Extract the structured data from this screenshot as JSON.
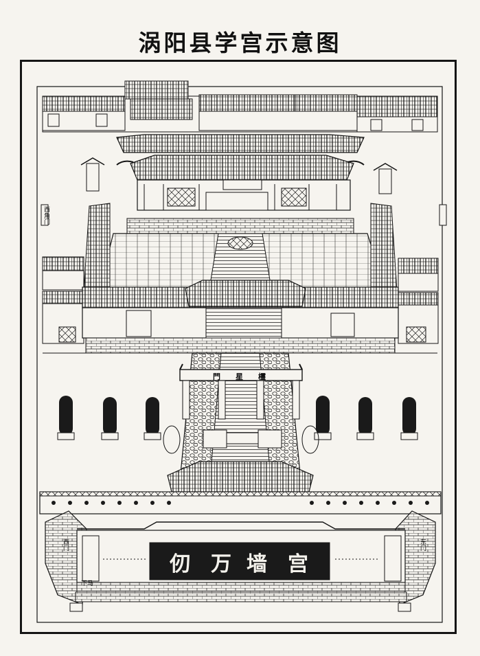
{
  "title": "涡阳县学宫示意图",
  "wall_inscription": [
    "仞",
    "万",
    "墙",
    "宫"
  ],
  "gate_plaque": [
    "門",
    "星",
    "欞"
  ],
  "labels": {
    "west_gate": "西门",
    "east_gate": "东门",
    "west_corner_gate": "西角门",
    "xia_ma": "下马"
  },
  "colors": {
    "ink": "#141414",
    "paper": "#f6f4ef",
    "wall_dark": "#1a1a1a"
  }
}
